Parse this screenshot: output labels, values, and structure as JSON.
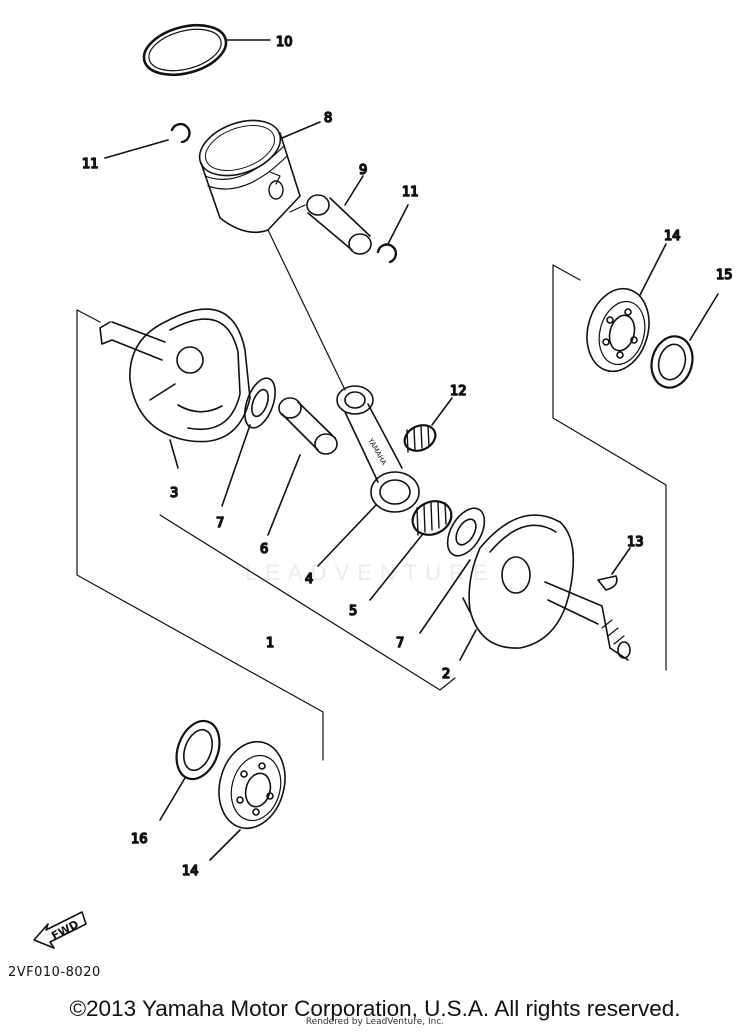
{
  "diagram": {
    "callouts": [
      "10",
      "8",
      "11",
      "9",
      "11",
      "14",
      "15",
      "12",
      "3",
      "7",
      "6",
      "4",
      "5",
      "1",
      "7",
      "2",
      "13",
      "16",
      "14"
    ],
    "fwd_label": "FWD",
    "watermark": "LEADVENTURE",
    "code": "2VF010-8020"
  },
  "footer": {
    "copyright": "©2013 Yamaha Motor Corporation, U.S.A. All rights reserved.",
    "rendered_by": "Rendered by LeadVenture, Inc."
  }
}
